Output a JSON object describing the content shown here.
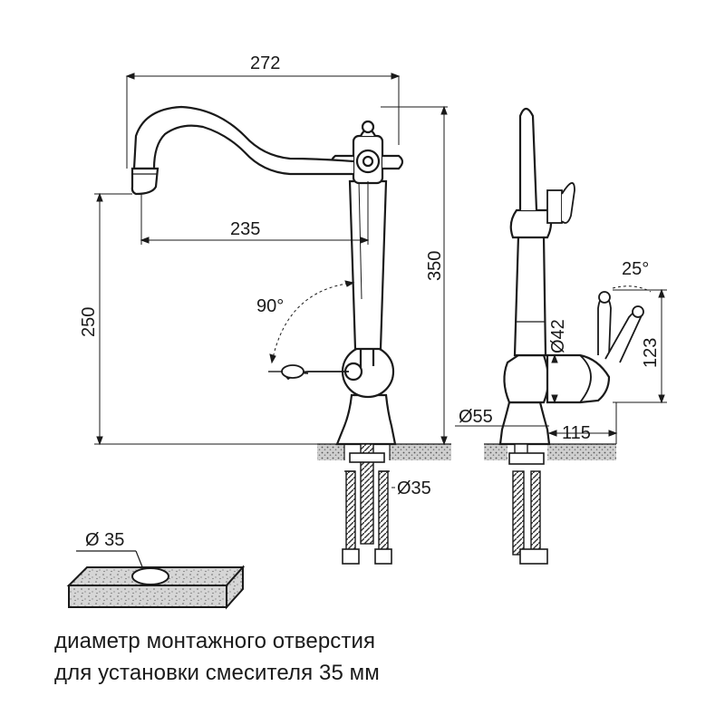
{
  "front_view": {
    "width_272": "272",
    "reach_235": "235",
    "height_350": "350",
    "spout_height_250": "250",
    "handle_rotation": "90°",
    "hole_diameter": "Ø35"
  },
  "side_view": {
    "lever_angle": "25°",
    "lever_height_123": "123",
    "body_diameter": "Ø42",
    "base_diameter": "Ø55",
    "base_depth_115": "115"
  },
  "plate": {
    "hole_label": "Ø 35"
  },
  "caption": {
    "line1": "диаметр монтажного отверстия",
    "line2": "для установки смесителя 35 мм"
  }
}
